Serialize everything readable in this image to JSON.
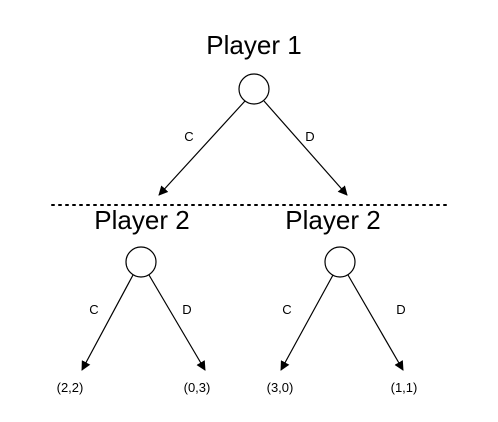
{
  "root": {
    "player": "Player 1",
    "actions": [
      "C",
      "D"
    ]
  },
  "left_subgame": {
    "player": "Player 2",
    "actions": [
      "C",
      "D"
    ],
    "payoffs": [
      "(2,2)",
      "(0,3)"
    ]
  },
  "right_subgame": {
    "player": "Player 2",
    "actions": [
      "C",
      "D"
    ],
    "payoffs": [
      "(3,0)",
      "(1,1)"
    ]
  },
  "colors": {
    "ink": "#000000",
    "background": "#ffffff"
  }
}
